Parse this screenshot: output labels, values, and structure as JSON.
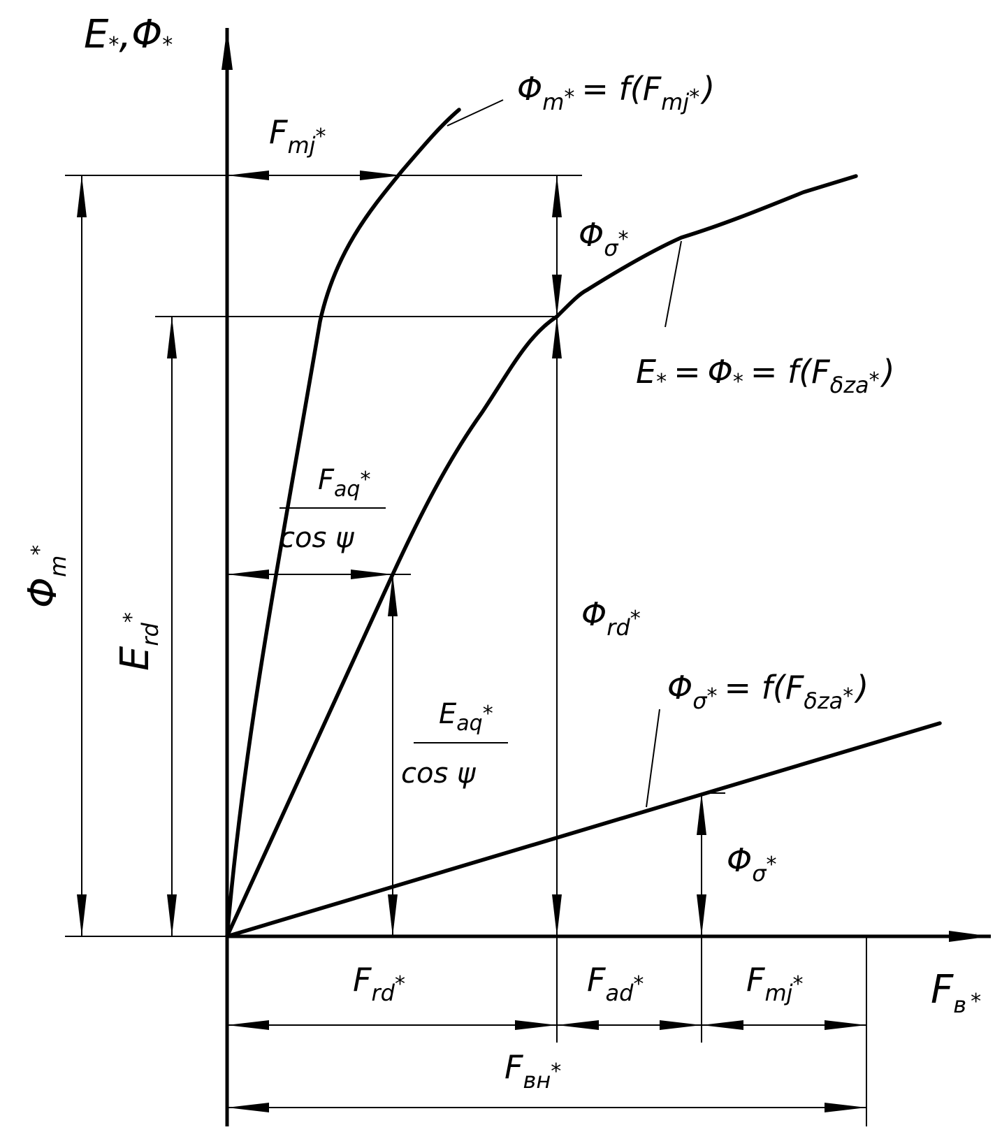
{
  "axes": {
    "y_base": "E",
    "y_sep": ",",
    "y_base2": "Φ",
    "star": "*",
    "x_base": "F",
    "x_sub": "в"
  },
  "curves": {
    "phi_m": {
      "lhs": "Φ",
      "lhs_sub": "m",
      "eq": "= f(",
      "arg": "F",
      "arg_sub": "mj",
      "close": ")"
    },
    "main": {
      "e": "E",
      "eq1": "=",
      "phi": "Φ",
      "eq2": "= f(",
      "arg": "F",
      "arg_sub": "δza",
      "close": ")"
    },
    "phi_sigma": {
      "lhs": "Φ",
      "lhs_sub": "σ",
      "eq": "= f(",
      "arg": "F",
      "arg_sub": "δza",
      "close": ")"
    }
  },
  "dimensions": {
    "phi_m_left": {
      "base": "Φ",
      "sub": "m"
    },
    "e_rd_left": {
      "base": "E",
      "sub": "rd"
    },
    "f_mj_top": {
      "base": "F",
      "sub": "mj"
    },
    "phi_sigma_gap": {
      "base": "Φ",
      "sub": "σ"
    },
    "phi_rd": {
      "base": "Φ",
      "sub": "rd"
    },
    "phi_sigma_right": {
      "base": "Φ",
      "sub": "σ"
    },
    "f_aq_frac": {
      "num": "F",
      "num_sub": "aq",
      "den": "cos ψ"
    },
    "e_aq_frac": {
      "num": "E",
      "num_sub": "aq",
      "den": "cos ψ"
    },
    "f_rd": {
      "base": "F",
      "sub": "rd"
    },
    "f_ad": {
      "base": "F",
      "sub": "ad"
    },
    "f_mj_bottom": {
      "base": "F",
      "sub": "mj"
    },
    "f_vn": {
      "base": "F",
      "sub": "вн"
    }
  }
}
